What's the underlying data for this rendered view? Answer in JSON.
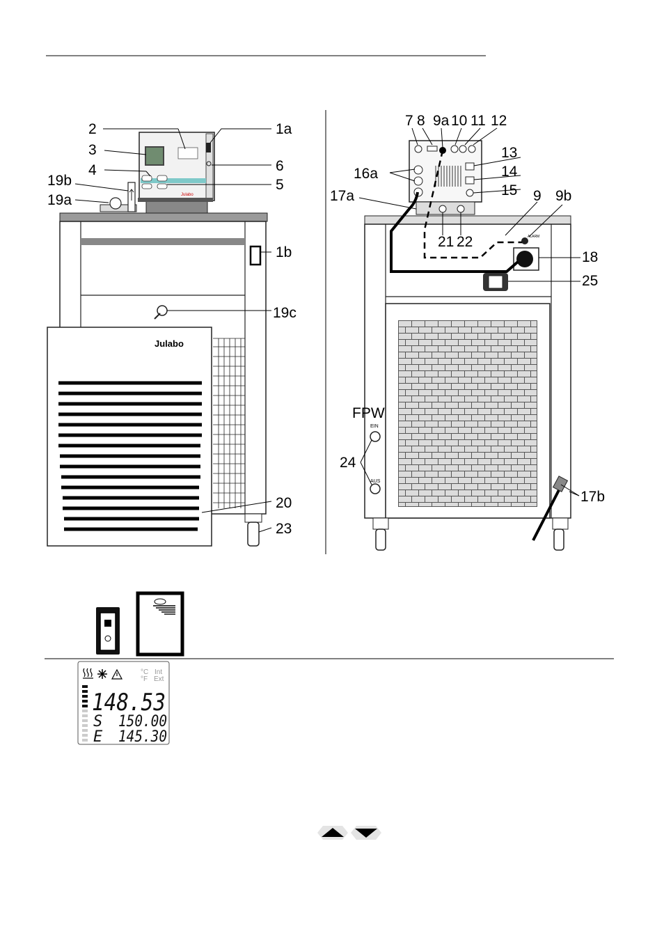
{
  "figure_left": {
    "callouts": {
      "c2": "2",
      "c1a": "1a",
      "c3": "3",
      "c6": "6",
      "c4": "4",
      "c19b": "19b",
      "c5": "5",
      "c19a": "19a",
      "c1b": "1b",
      "c19c": "19c",
      "c20": "20",
      "c23": "23"
    },
    "brand": "Julabo"
  },
  "figure_right": {
    "callouts": {
      "c7": "7",
      "c8": "8",
      "c9a": "9a",
      "c10": "10",
      "c11": "11",
      "c12": "12",
      "c13": "13",
      "c16a": "16a",
      "c14": "14",
      "c17a": "17a",
      "c15": "15",
      "c9": "9",
      "c9b": "9b",
      "c21": "21",
      "c22": "22",
      "c18": "18",
      "c25": "25",
      "cFPW": "FPW",
      "c24": "24",
      "c17b": "17b"
    },
    "port_labels": {
      "ein": "EIN",
      "aus": "AUS",
      "alarm": "ALARM"
    }
  },
  "display": {
    "unit_c": "°C",
    "unit_f": "°F",
    "int": "Int",
    "ext": "Ext",
    "main_value": "148.53",
    "setpoint_prefix": "S",
    "setpoint_value": "150.00",
    "external_prefix": "E",
    "external_value": "145.30"
  },
  "icons": [
    "heating-icon",
    "cooling-icon",
    "warning-icon",
    "arrow-up-key-icon",
    "arrow-down-key-icon",
    "mains-switch-icon",
    "drain-cover-icon"
  ]
}
